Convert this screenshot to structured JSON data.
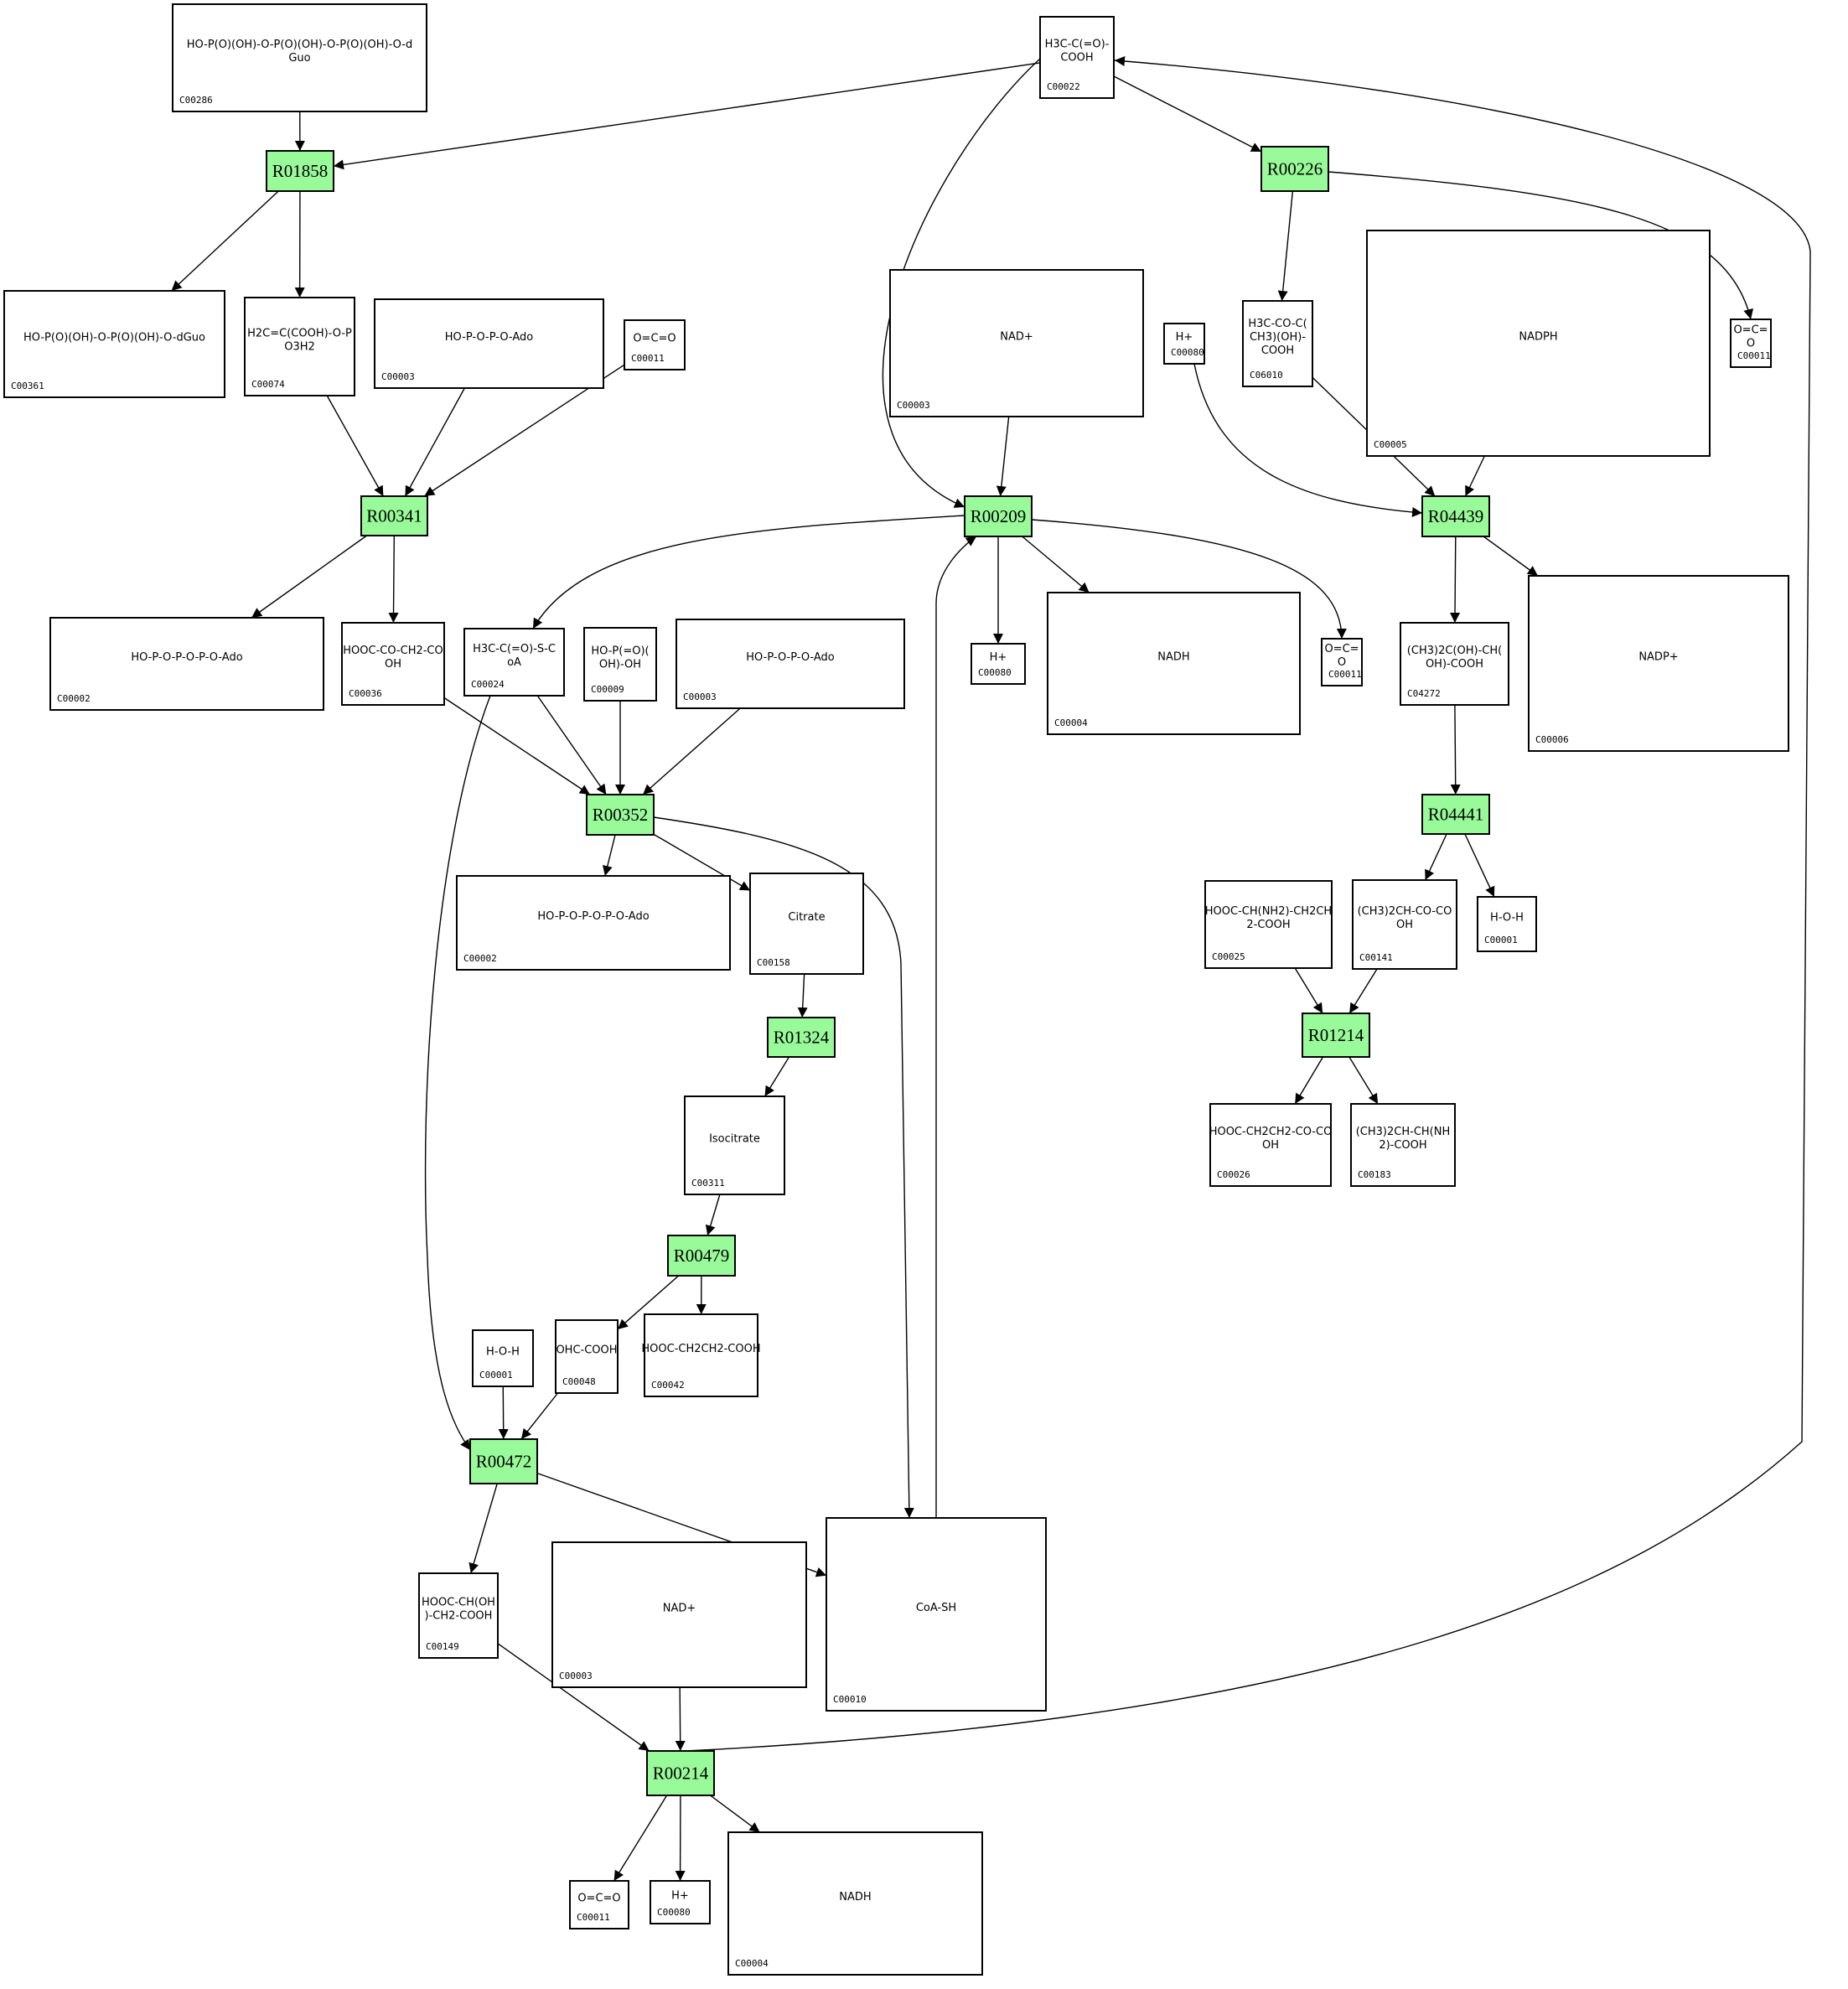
{
  "diagram": {
    "type": "KEGG metabolic reaction network",
    "reactions": [
      {
        "id": "R01858",
        "label": "R01858"
      },
      {
        "id": "R00226",
        "label": "R00226"
      },
      {
        "id": "R00341",
        "label": "R00341"
      },
      {
        "id": "R00209",
        "label": "R00209"
      },
      {
        "id": "R04439",
        "label": "R04439"
      },
      {
        "id": "R00352",
        "label": "R00352"
      },
      {
        "id": "R04441",
        "label": "R04441"
      },
      {
        "id": "R01324",
        "label": "R01324"
      },
      {
        "id": "R01214",
        "label": "R01214"
      },
      {
        "id": "R00479",
        "label": "R00479"
      },
      {
        "id": "R00472",
        "label": "R00472"
      },
      {
        "id": "R00214",
        "label": "R00214"
      }
    ],
    "compounds": [
      {
        "key": "c00286",
        "label": "C00286",
        "formula": "HO-P(O)(OH)-O-P(O)(OH)-O-P(O)(OH)-O-dGuo"
      },
      {
        "key": "c00022",
        "label": "C00022",
        "formula": "H3C-C(=O)-COOH"
      },
      {
        "key": "c00361",
        "label": "C00361",
        "formula": "HO-P(O)(OH)-O-P(O)(OH)-O-dGuo"
      },
      {
        "key": "c00074",
        "label": "C00074",
        "formula": "H2C=C(COOH)-O-PO3H2"
      },
      {
        "key": "c00003a",
        "label": "C00003",
        "formula": "HO-P-O-P-O-Ado"
      },
      {
        "key": "c00011a",
        "label": "C00011",
        "formula": "O=C=O"
      },
      {
        "key": "c00003b",
        "label": "C00003",
        "formula": "NAD+"
      },
      {
        "key": "c00080a",
        "label": "C00080",
        "formula": "H+"
      },
      {
        "key": "c06010",
        "label": "C06010",
        "formula": "H3C-CO-C(CH3)(OH)-COOH"
      },
      {
        "key": "c00005",
        "label": "C00005",
        "formula": "NADPH"
      },
      {
        "key": "c00011b",
        "label": "C00011",
        "formula": "O=C=O"
      },
      {
        "key": "c00002a",
        "label": "C00002",
        "formula": "HO-P-O-P-O-P-O-Ado"
      },
      {
        "key": "c00036",
        "label": "C00036",
        "formula": "HOOC-CO-CH2-COOH"
      },
      {
        "key": "c00024",
        "label": "C00024",
        "formula": "H3C-C(=O)-S-CoA"
      },
      {
        "key": "c00009",
        "label": "C00009",
        "formula": "HO-P(=O)(OH)-OH"
      },
      {
        "key": "c00003c",
        "label": "C00003",
        "formula": "HO-P-O-P-O-Ado"
      },
      {
        "key": "c00080b",
        "label": "C00080",
        "formula": "H+"
      },
      {
        "key": "c00004a",
        "label": "C00004",
        "formula": "NADH"
      },
      {
        "key": "c00011c",
        "label": "C00011",
        "formula": "O=C=O"
      },
      {
        "key": "c04272",
        "label": "C04272",
        "formula": "(CH3)2C(OH)-CH(OH)-COOH"
      },
      {
        "key": "c00006",
        "label": "C00006",
        "formula": "NADP+"
      },
      {
        "key": "c00002b",
        "label": "C00002",
        "formula": "HO-P-O-P-O-P-O-Ado"
      },
      {
        "key": "c00158",
        "label": "C00158",
        "formula": "Citrate"
      },
      {
        "key": "c00025",
        "label": "C00025",
        "formula": "HOOC-CH(NH2)-CH2CH2-COOH"
      },
      {
        "key": "c00141",
        "label": "C00141",
        "formula": "(CH3)2CH-CO-COOH"
      },
      {
        "key": "c00001a",
        "label": "C00001",
        "formula": "H-O-H"
      },
      {
        "key": "c00311",
        "label": "C00311",
        "formula": "Isocitrate"
      },
      {
        "key": "c00026",
        "label": "C00026",
        "formula": "HOOC-CH2CH2-CO-COOH"
      },
      {
        "key": "c00183",
        "label": "C00183",
        "formula": "(CH3)2CH-CH(NH2)-COOH"
      },
      {
        "key": "c00001b",
        "label": "C00001",
        "formula": "H-O-H"
      },
      {
        "key": "c00048",
        "label": "C00048",
        "formula": "OHC-COOH"
      },
      {
        "key": "c00042",
        "label": "C00042",
        "formula": "HOOC-CH2CH2-COOH"
      },
      {
        "key": "c00149",
        "label": "C00149",
        "formula": "HOOC-CH(OH)-CH2-COOH"
      },
      {
        "key": "c00003d",
        "label": "C00003",
        "formula": "NAD+"
      },
      {
        "key": "c00010",
        "label": "C00010",
        "formula": "CoA-SH"
      },
      {
        "key": "c00011d",
        "label": "C00011",
        "formula": "O=C=O"
      },
      {
        "key": "c00080c",
        "label": "C00080",
        "formula": "H+"
      },
      {
        "key": "c00004b",
        "label": "C00004",
        "formula": "NADH"
      }
    ],
    "edges": [
      [
        "c00286",
        "R01858"
      ],
      [
        "c00022",
        "R01858"
      ],
      [
        "R01858",
        "c00361"
      ],
      [
        "R01858",
        "c00074"
      ],
      [
        "c00022",
        "R00226"
      ],
      [
        "R00226",
        "c06010"
      ],
      [
        "R00226",
        "c00011b"
      ],
      [
        "c00074",
        "R00341"
      ],
      [
        "c00003a",
        "R00341"
      ],
      [
        "c00011a",
        "R00341"
      ],
      [
        "R00341",
        "c00002a"
      ],
      [
        "R00341",
        "c00036"
      ],
      [
        "c00022",
        "R00209"
      ],
      [
        "c00003b",
        "R00209"
      ],
      [
        "c00010",
        "R00209"
      ],
      [
        "R00209",
        "c00024"
      ],
      [
        "R00209",
        "c00080b"
      ],
      [
        "R00209",
        "c00004a"
      ],
      [
        "R00209",
        "c00011c"
      ],
      [
        "c00080a",
        "R04439"
      ],
      [
        "c06010",
        "R04439"
      ],
      [
        "c00005",
        "R04439"
      ],
      [
        "R04439",
        "c04272"
      ],
      [
        "R04439",
        "c00006"
      ],
      [
        "c00036",
        "R00352"
      ],
      [
        "c00024",
        "R00352"
      ],
      [
        "c00009",
        "R00352"
      ],
      [
        "c00003c",
        "R00352"
      ],
      [
        "R00352",
        "c00002b"
      ],
      [
        "R00352",
        "c00158"
      ],
      [
        "R00352",
        "c00010"
      ],
      [
        "c04272",
        "R04441"
      ],
      [
        "R04441",
        "c00141"
      ],
      [
        "R04441",
        "c00001a"
      ],
      [
        "c00158",
        "R01324"
      ],
      [
        "R01324",
        "c00311"
      ],
      [
        "c00025",
        "R01214"
      ],
      [
        "c00141",
        "R01214"
      ],
      [
        "R01214",
        "c00026"
      ],
      [
        "R01214",
        "c00183"
      ],
      [
        "c00311",
        "R00479"
      ],
      [
        "R00479",
        "c00048"
      ],
      [
        "R00479",
        "c00042"
      ],
      [
        "c00024",
        "R00472"
      ],
      [
        "c00001b",
        "R00472"
      ],
      [
        "c00048",
        "R00472"
      ],
      [
        "R00472",
        "c00149"
      ],
      [
        "R00472",
        "c00010"
      ],
      [
        "c00149",
        "R00214"
      ],
      [
        "c00003d",
        "R00214"
      ],
      [
        "R00214",
        "c00011d"
      ],
      [
        "R00214",
        "c00080c"
      ],
      [
        "R00214",
        "c00004b"
      ],
      [
        "R00214",
        "c00022"
      ]
    ]
  }
}
